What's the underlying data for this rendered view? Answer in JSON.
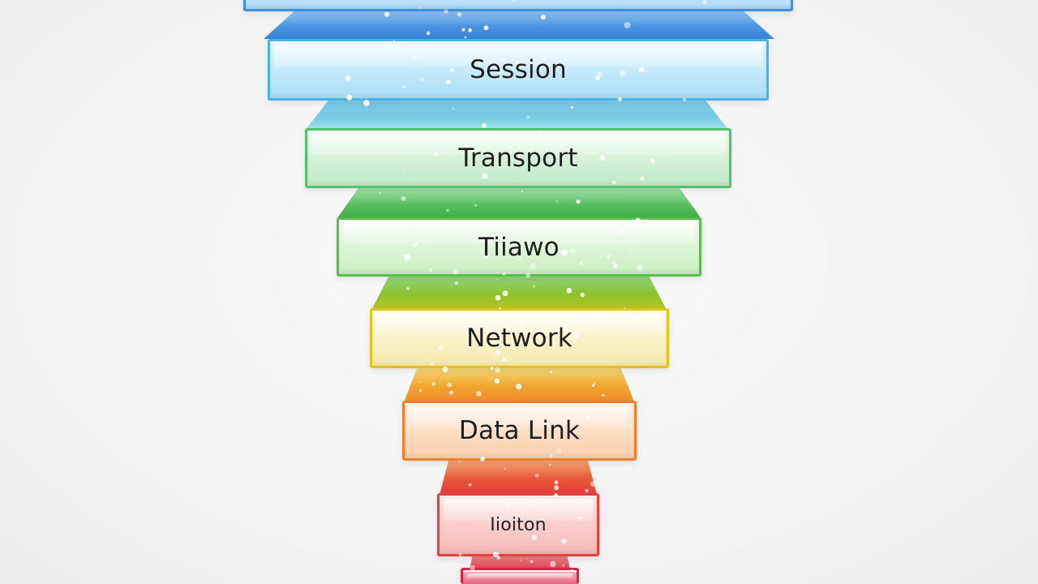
{
  "layers": [
    {
      "label": "",
      "color": "#3a8fde",
      "light": "#cfe9fb"
    },
    {
      "label": "Session",
      "color": "#45b3e6",
      "light": "#bfe8fa"
    },
    {
      "label": "Transport",
      "color": "#4fc36a",
      "light": "#d2f1d3"
    },
    {
      "label": "Tiiawo",
      "color": "#56c04a",
      "light": "#daf3d3"
    },
    {
      "label": "Network",
      "color": "#e3c21c",
      "light": "#f8efbf"
    },
    {
      "label": "Data Link",
      "color": "#ef7d2c",
      "light": "#fde0c4"
    },
    {
      "label": "Iioiton",
      "color": "#e4413f",
      "light": "#fbd0cd"
    },
    {
      "label": "",
      "color": "#d9224a",
      "light": "#f4a7b6"
    }
  ]
}
